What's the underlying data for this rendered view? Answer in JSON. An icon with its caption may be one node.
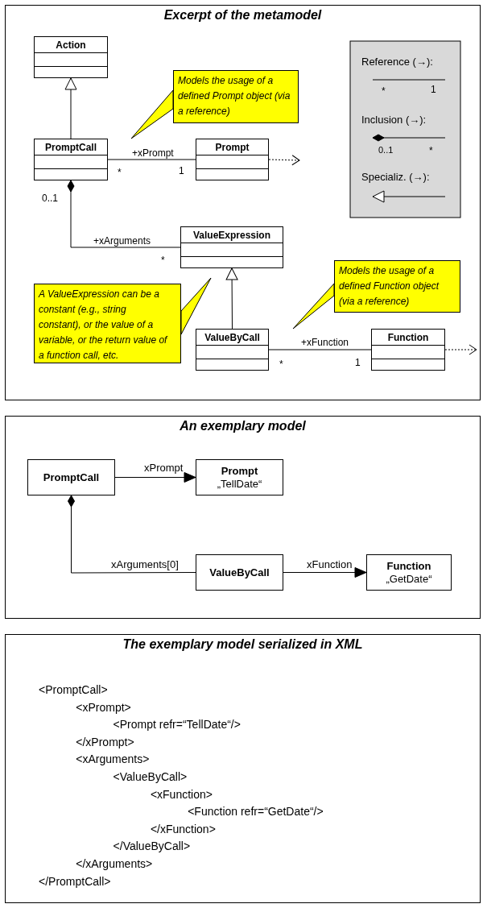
{
  "diagram": {
    "nodes": [
      {
        "text": [
          "Excerpt of the metamodel"
        ]
      },
      {
        "text": [
          "Action"
        ],
        "in": 0
      },
      {
        "text": [
          "PromptCall"
        ],
        "in": 0
      },
      {
        "text": [
          "Prompt"
        ],
        "in": 0
      },
      {
        "text": [
          "ValueExpression"
        ],
        "in": 0
      },
      {
        "text": [
          "ValueByCall"
        ],
        "in": 0
      },
      {
        "text": [
          "Function"
        ],
        "in": 0
      },
      {
        "text": [
          "Models the usage of a defined Prompt object (via a reference)"
        ],
        "in": 0
      },
      {
        "text": [
          "A ValueExpression can be a constant (e.g., string constant), or the value of a variable, or the return value of a function call, etc."
        ],
        "in": 0
      },
      {
        "text": [
          "Models the usage of a defined Function object (via a reference)"
        ],
        "in": 0
      },
      {
        "text": [
          "An exemplary model"
        ]
      },
      {
        "text": [
          "PromptCall"
        ],
        "in": 10
      },
      {
        "text": [
          "Prompt",
          "„TellDate“"
        ],
        "in": 10
      },
      {
        "text": [
          "ValueByCall"
        ],
        "in": 10
      },
      {
        "text": [
          "Function",
          "„GetDate“"
        ],
        "in": 10
      },
      {
        "text": [
          "The exemplary model serialized in XML"
        ]
      }
    ],
    "edges": [
      {
        "from": 2,
        "to": 1,
        "arrow": "to"
      },
      {
        "from": 2,
        "to": 3,
        "arrow": "none",
        "label": "+xPrompt"
      },
      {
        "from": 3,
        "to": null,
        "arrow": "to",
        "style": "dashed"
      },
      {
        "from": 2,
        "to": 4,
        "arrow": "other",
        "label": "+xArguments"
      },
      {
        "from": 5,
        "to": 4,
        "arrow": "to"
      },
      {
        "from": 5,
        "to": 6,
        "arrow": "none",
        "label": "+xFunction"
      },
      {
        "from": 6,
        "to": null,
        "arrow": "to",
        "style": "dashed"
      },
      {
        "from": 7,
        "to": null,
        "arrow": "to"
      },
      {
        "from": 8,
        "to": null,
        "arrow": "to"
      },
      {
        "from": 9,
        "to": null,
        "arrow": "to"
      },
      {
        "from": 11,
        "to": 12,
        "arrow": "to",
        "label": "xPrompt"
      },
      {
        "from": 11,
        "to": 13,
        "arrow": "other",
        "label": "xArguments[0]"
      },
      {
        "from": 13,
        "to": 14,
        "arrow": "to",
        "label": "xFunction"
      }
    ],
    "labels": [
      "*",
      "1",
      "0..1",
      "*",
      "*",
      "1",
      "*",
      "1",
      "0..1",
      "*",
      "<PromptCall>",
      "<xPrompt>",
      "<Prompt refr=“TellDate“/>",
      "</xPrompt>",
      "<xArguments>",
      "<ValueByCall>",
      "<xFunction>",
      "<Function refr=“GetDate“/>",
      "</xFunction>",
      "</ValueByCall>",
      "</xArguments>",
      "</PromptCall>"
    ],
    "legend": [
      {
        "text": "Reference (→):"
      },
      {
        "text": "Inclusion (→):"
      },
      {
        "text": "Specializ. (→):"
      }
    ]
  }
}
